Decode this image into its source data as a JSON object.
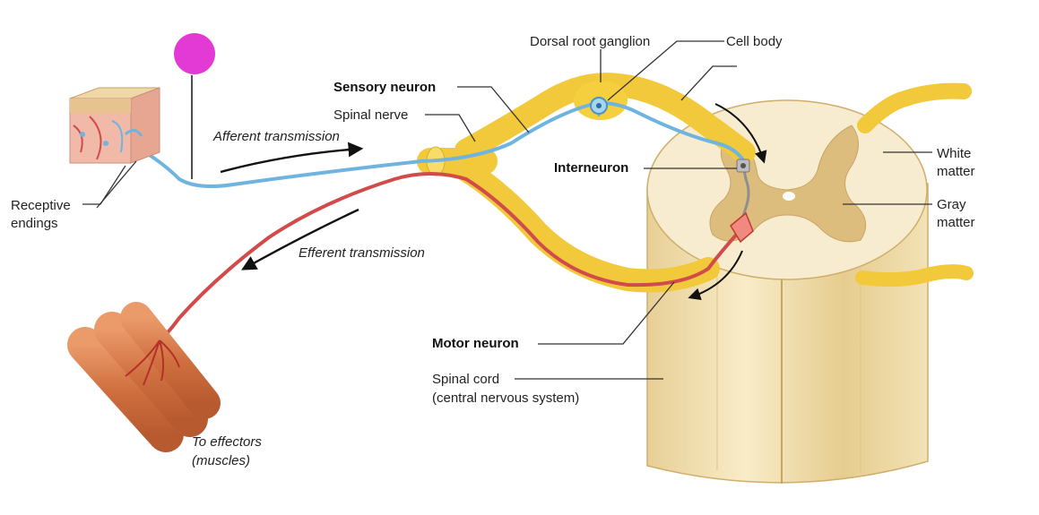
{
  "labels": {
    "dorsal_root_ganglion": "Dorsal root ganglion",
    "cell_body": "Cell body",
    "sensory_neuron": "Sensory neuron",
    "spinal_nerve": "Spinal nerve",
    "afferent_transmission": "Afferent transmission",
    "interneuron": "Interneuron",
    "white_matter_1": "White",
    "white_matter_2": "matter",
    "gray_matter_1": "Gray",
    "gray_matter_2": "matter",
    "receptive_endings_1": "Receptive",
    "receptive_endings_2": "endings",
    "efferent_transmission": "Efferent transmission",
    "motor_neuron": "Motor neuron",
    "spinal_cord_1": "Spinal cord",
    "spinal_cord_2": "(central nervous system)",
    "to_effectors_1": "To effectors",
    "to_effectors_2": "(muscles)"
  },
  "colors": {
    "sensory_neuron": "#6fb4e0",
    "motor_neuron": "#d24b4b",
    "nerve_sheath": "#f7d64a",
    "spinal_cord": "#f3e2b6",
    "gray_matter": "#d9bc7c",
    "muscle": "#d9794a",
    "marker": "#e33ad6"
  }
}
